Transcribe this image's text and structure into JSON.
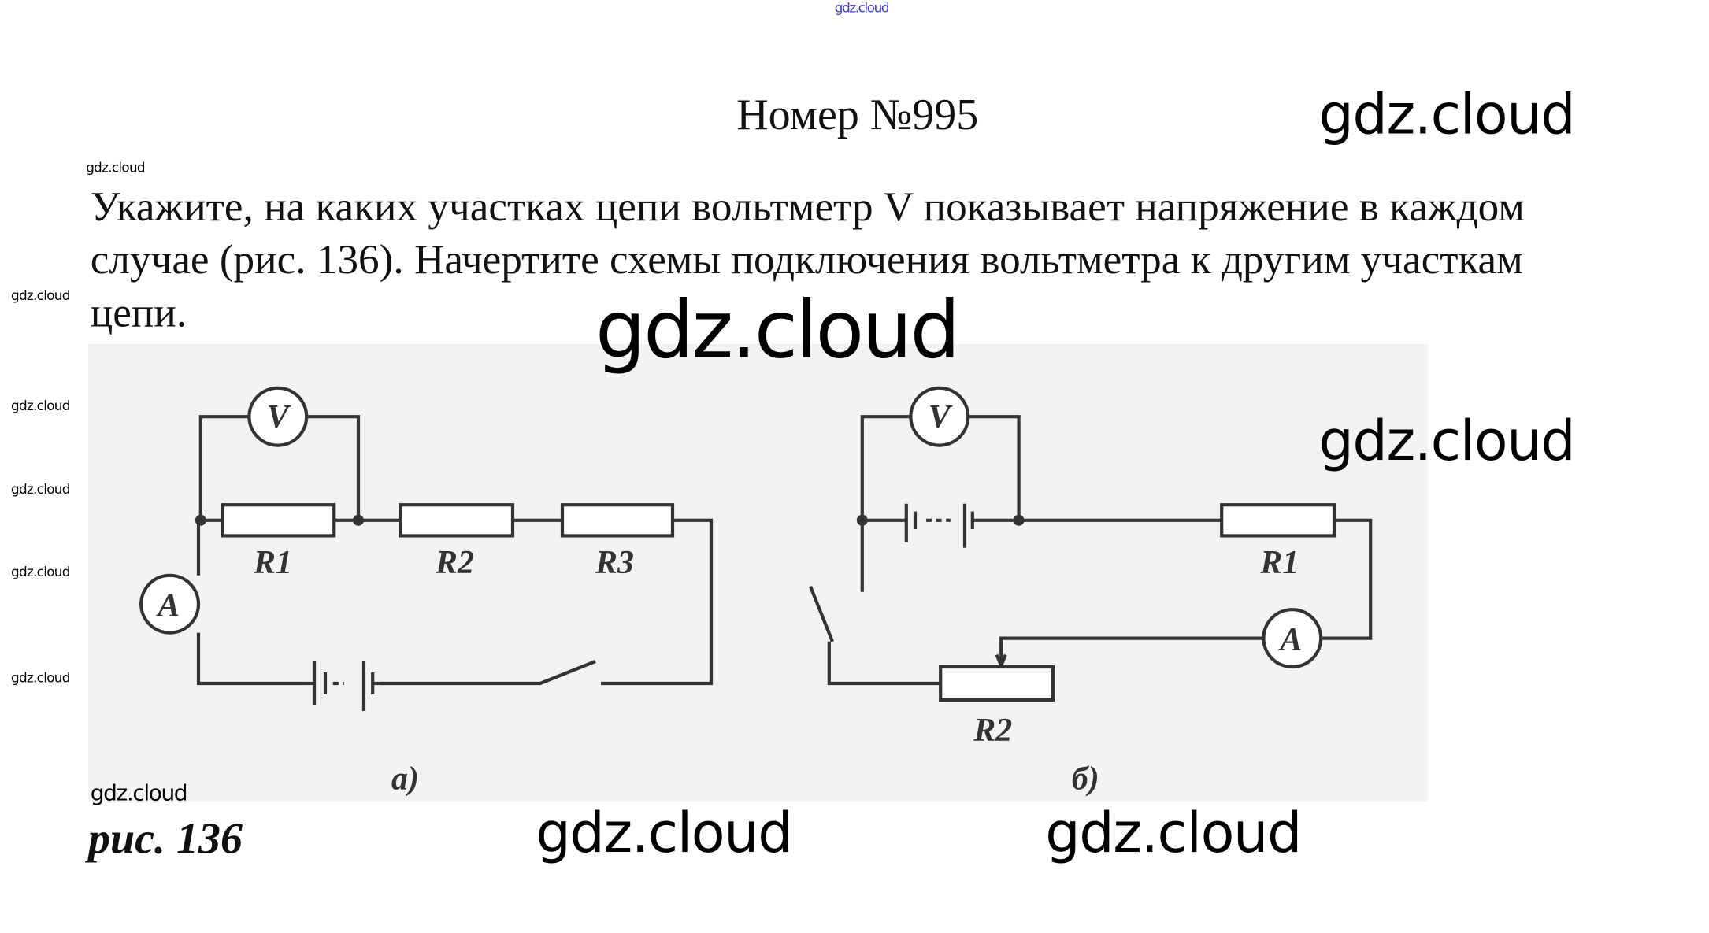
{
  "header_link": "gdz.cloud",
  "title": "Номер №995",
  "task_text": "Укажите, на каких участках цепи вольтметр V показывает напряжение в каждом случае (рис. 136). Начертите схемы подключения вольтметра к другим участкам цепи.",
  "watermark": "gdz.cloud",
  "figure": {
    "circuit_a": {
      "voltmeter": "V",
      "ammeter": "A",
      "resistors": [
        "R1",
        "R2",
        "R3"
      ],
      "label": "а)"
    },
    "circuit_b": {
      "voltmeter": "V",
      "ammeter": "A",
      "resistors": [
        "R1",
        "R2"
      ],
      "label": "б)"
    }
  },
  "caption": "рис. 136"
}
